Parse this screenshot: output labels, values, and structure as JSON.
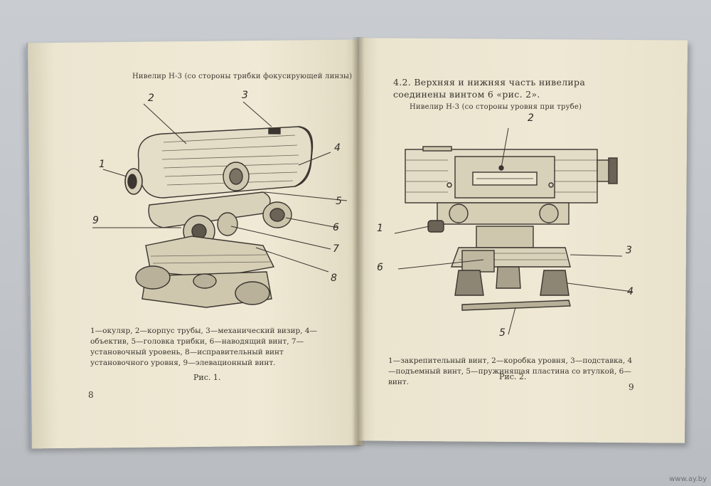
{
  "left_page": {
    "header": "Нивелир Н-3 (со стороны трибки фокусирующей линзы)",
    "callouts": [
      "1",
      "2",
      "3",
      "4",
      "5",
      "6",
      "7",
      "8",
      "9"
    ],
    "caption": "1—окуляр, 2—корпус трубы, 3—механический визир, 4—объектив, 5—головка трибки, 6—наводящий винт, 7—установочный уровень, 8—исправительный винт установочного уровня, 9—элевационный винт.",
    "figure_label": "Рис. 1.",
    "page_number": "8"
  },
  "right_page": {
    "paragraph": "4.2. Верхняя и нижняя часть нивелира соединены винтом 6 «рис. 2».",
    "header": "Нивелир Н-3 (со стороны уровня при трубе)",
    "callouts": [
      "1",
      "2",
      "3",
      "4",
      "5",
      "6"
    ],
    "caption": "1—закрепительный винт, 2—коробка уровня, 3—подставка, 4—подъемный винт, 5—пружинящая пластина со втулкой, 6—винт.",
    "figure_label": "Рис. 2.",
    "page_number": "9"
  },
  "watermark": "www.ay.by"
}
